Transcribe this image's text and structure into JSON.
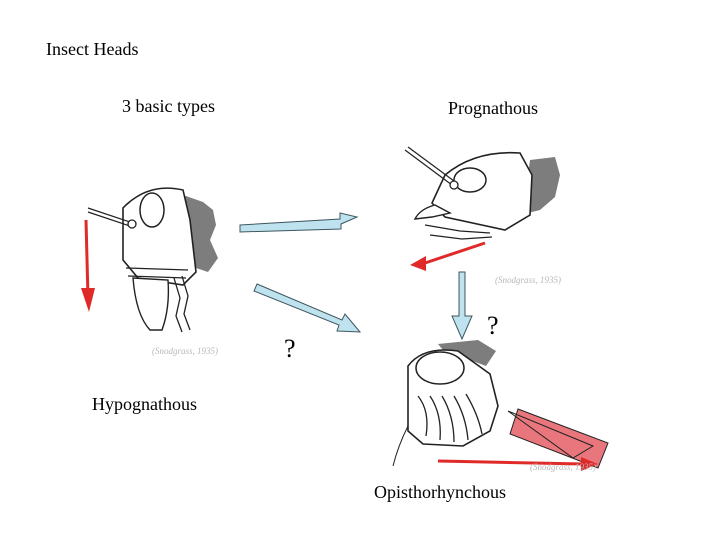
{
  "title": "Insect Heads",
  "subtitle": "3 basic types",
  "labels": {
    "prognathous": "Prognathous",
    "hypognathous": "Hypognathous",
    "opisthorhynchous": "Opisthorhynchous"
  },
  "question_marks": [
    "?",
    "?"
  ],
  "credits": {
    "hypognathous": "(Snodgrass, 1935)",
    "prognathous": "(Snodgrass, 1935)",
    "opisthorhynchous": "(Snodgrass, 1935)"
  },
  "colors": {
    "direction_arrow": "#e02a2a",
    "transition_arrow_fill": "#bfe3ee",
    "transition_arrow_stroke": "#3e5660",
    "beak_highlight": "#e8767c",
    "tissue_shading": "#7d7d7d"
  }
}
